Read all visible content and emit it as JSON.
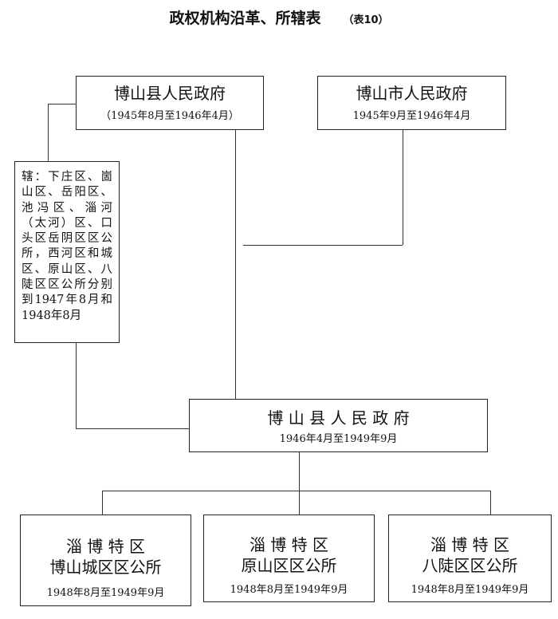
{
  "title": "政权机构沿革、所辖表",
  "table_tag": "（表10）",
  "nodes": {
    "county_1945": {
      "name": "博山县人民政府",
      "period": "（1945年8月至1946年4月）"
    },
    "city_1945": {
      "name": "博山市人民政府",
      "period": "1945年9月至1946年4月"
    },
    "jurisdiction": {
      "text": "辖：下庄区、崮山区、岳阳区、池冯区、淄河（太河）区、口头区岳阴区区公所，西河区和城区、原山区、八陡区区公所分别到1947年8月和1948年8月"
    },
    "county_1946": {
      "name": "博 山 县 人 民 政 府",
      "period": "1946年4月至1949年9月"
    },
    "district_1": {
      "line1": "淄 博 特 区",
      "line2": "博山城区区公所",
      "period": "1948年8月至1949年9月"
    },
    "district_2": {
      "line1": "淄 博 特 区",
      "line2": "原山区区公所",
      "period": "1948年8月至1949年9月"
    },
    "district_3": {
      "line1": "淄 博 特 区",
      "line2": "八陡区区公所",
      "period": "1948年8月至1949年9月"
    }
  }
}
